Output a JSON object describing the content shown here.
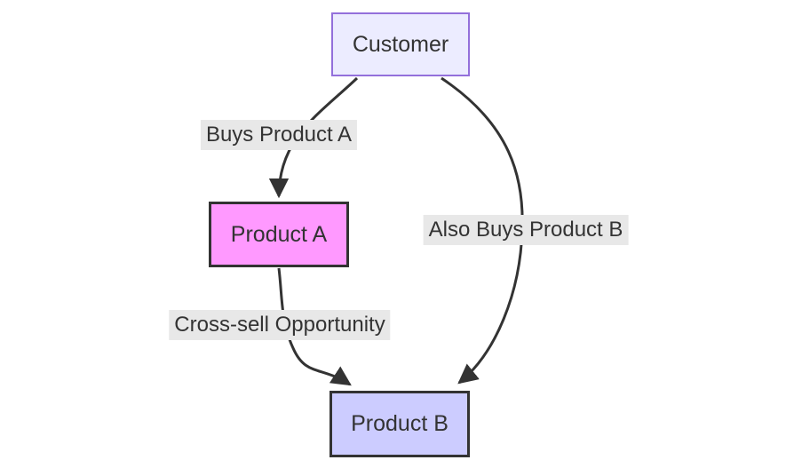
{
  "diagram": {
    "type": "flowchart",
    "direction": "top-down",
    "nodes": [
      {
        "id": "customer",
        "label": "Customer",
        "fill": "#ECECFF",
        "border_color": "#9370DB"
      },
      {
        "id": "product-a",
        "label": "Product A",
        "fill": "#FF99FF",
        "border_color": "#333333"
      },
      {
        "id": "product-b",
        "label": "Product B",
        "fill": "#CCCCFF",
        "border_color": "#333333"
      }
    ],
    "edges": [
      {
        "from": "Customer",
        "to": "Product A",
        "label": "Buys Product A"
      },
      {
        "from": "Customer",
        "to": "Product B",
        "label": "Also Buys Product B"
      },
      {
        "from": "Product A",
        "to": "Product B",
        "label": "Cross-sell Opportunity"
      }
    ],
    "colors": {
      "edge_stroke": "#333333",
      "edge_label_bg": "#e8e8e8",
      "text": "#333333",
      "background": "#ffffff"
    }
  }
}
